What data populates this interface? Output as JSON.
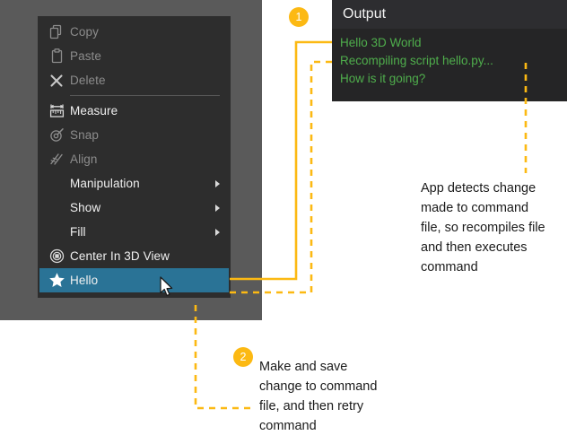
{
  "context_menu": {
    "items": [
      {
        "label": "Copy",
        "icon": "copy-icon",
        "disabled": true,
        "submenu": false,
        "selected": false
      },
      {
        "label": "Paste",
        "icon": "paste-icon",
        "disabled": true,
        "submenu": false,
        "selected": false
      },
      {
        "label": "Delete",
        "icon": "delete-x-icon",
        "disabled": true,
        "submenu": false,
        "selected": false
      },
      {
        "label": "Measure",
        "icon": "measure-ruler-icon",
        "disabled": false,
        "submenu": false,
        "selected": false
      },
      {
        "label": "Snap",
        "icon": "snap-icon",
        "disabled": true,
        "submenu": false,
        "selected": false
      },
      {
        "label": "Align",
        "icon": "align-icon",
        "disabled": true,
        "submenu": false,
        "selected": false
      },
      {
        "label": "Manipulation",
        "icon": "none",
        "disabled": false,
        "submenu": true,
        "selected": false
      },
      {
        "label": "Show",
        "icon": "none",
        "disabled": false,
        "submenu": true,
        "selected": false
      },
      {
        "label": "Fill",
        "icon": "none",
        "disabled": false,
        "submenu": true,
        "selected": false
      },
      {
        "label": "Center In 3D View",
        "icon": "center-target-icon",
        "disabled": false,
        "submenu": false,
        "selected": false
      },
      {
        "label": "Hello",
        "icon": "star-icon",
        "disabled": false,
        "submenu": false,
        "selected": true
      }
    ]
  },
  "output_panel": {
    "title": "Output",
    "lines": [
      "Hello 3D World",
      "Recompiling script hello.py...",
      "How is it going?"
    ]
  },
  "annotations": [
    {
      "number": "1",
      "text": "App detects change\nmade to command\nfile, so recompiles file\nand then executes\ncommand"
    },
    {
      "number": "2",
      "text": "Make and save\nchange to command\nfile, and then retry\ncommand"
    }
  ],
  "colors": {
    "accent": "#fcb913",
    "menu_background": "#2d2d2d",
    "menu_selected": "#2a7396",
    "backdrop": "#5a5a5a",
    "output_background": "#252526",
    "output_text": "#4fae4c"
  }
}
